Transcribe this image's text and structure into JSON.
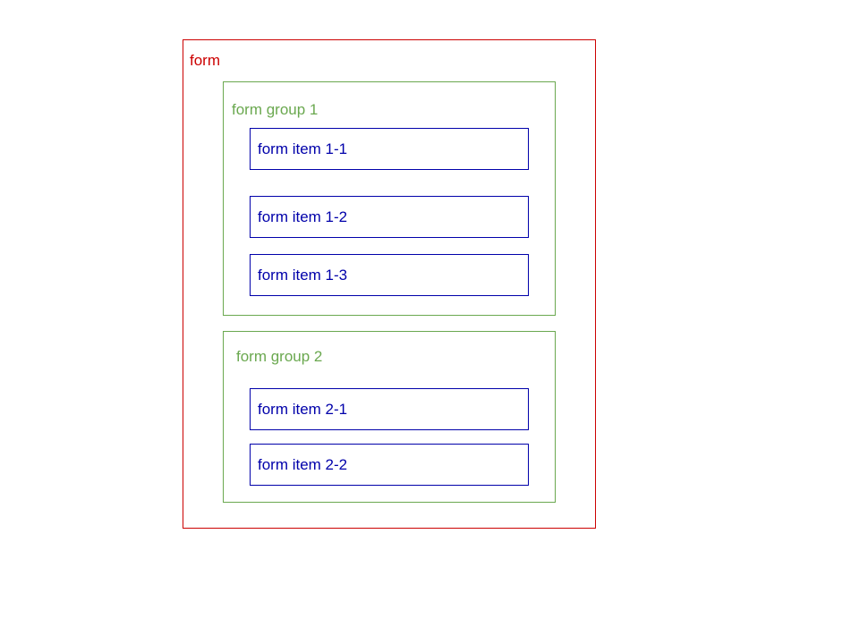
{
  "colors": {
    "form": "#cc0000",
    "group": "#6aa84f",
    "item": "#0000aa"
  },
  "form": {
    "label": "form",
    "groups": [
      {
        "label": "form group 1",
        "items": [
          "form item 1-1",
          "form item 1-2",
          "form item 1-3"
        ]
      },
      {
        "label": "form group 2",
        "items": [
          "form item 2-1",
          "form item 2-2"
        ]
      }
    ]
  }
}
